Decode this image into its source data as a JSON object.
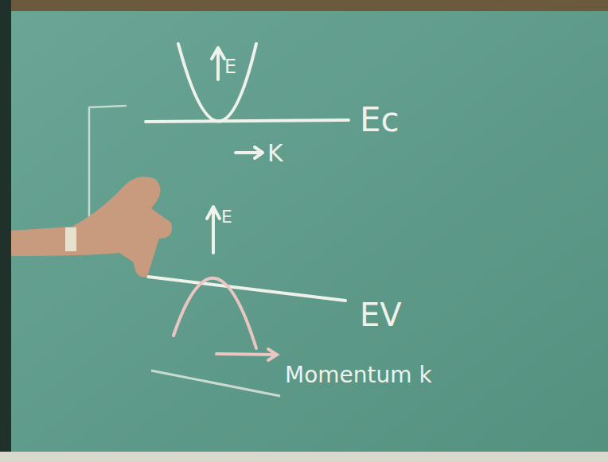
{
  "diagram": {
    "labels": [
      "E",
      "Ec",
      "K",
      "E",
      "EV",
      "Momentum k"
    ]
  }
}
